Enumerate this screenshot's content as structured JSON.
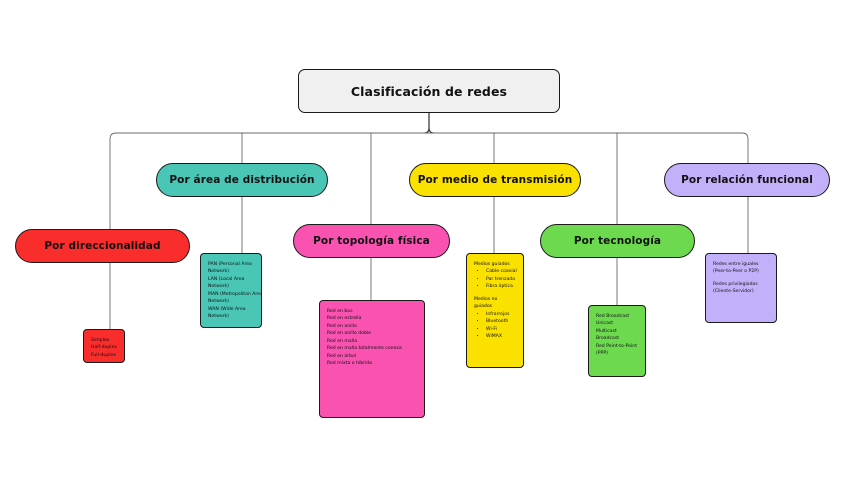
{
  "diagram": {
    "title": "Clasificación de redes",
    "root": {
      "label": "Clasificación de redes",
      "color": "#f0f0f0"
    },
    "branches": [
      {
        "id": "direccionalidad",
        "label": "Por direccionalidad",
        "color": "#fa2d2d",
        "detail_color": "#fa2d2d",
        "items": [
          "Simplex",
          "Half-duplex",
          "Full-duplex"
        ]
      },
      {
        "id": "area-distribucion",
        "label": "Por área de distribución",
        "color": "#4ac6b7",
        "detail_color": "#4ac6b7",
        "items": [
          "PAN (Personal Area",
          "Network)",
          "LAN (Local Area",
          "Network)",
          "MAN (Metropolitan Area",
          "Network)",
          "WAN (Wide Area",
          "Network)"
        ]
      },
      {
        "id": "topologia-fisica",
        "label": "Por topología física",
        "color": "#f952b0",
        "detail_color": "#f952b0",
        "items": [
          "Red en bus",
          "Red en estrella",
          "Red en anillo",
          "Red en anillo doble",
          "Red en malla",
          "Red en malla totalmente conexa",
          "Red en árbol",
          "Red mixta o híbrida"
        ]
      },
      {
        "id": "medio-transmision",
        "label": "Por medio de transmisión",
        "color": "#fae100",
        "detail_color": "#fae100",
        "groups": [
          {
            "heading": "Medios guiados",
            "items": [
              "Cable coaxial",
              "Par trenzado",
              "Fibra óptica"
            ]
          },
          {
            "heading": "Medios no",
            "heading2": "guiados",
            "items": [
              "Infrarrojos",
              "Bluetooth",
              "Wi-Fi",
              "WiMAX"
            ]
          }
        ]
      },
      {
        "id": "tecnologia",
        "label": "Por tecnología",
        "color": "#6cd churned",
        "detail_color": "#6cd94f",
        "items": [
          "Red Broadcast",
          "Unicast",
          "Multicast",
          "Broadcast",
          "Red Point-to-Point",
          "(PPP)"
        ]
      },
      {
        "id": "relacion-funcional",
        "label": "Por relación funcional",
        "color": "#c3b0fa",
        "detail_color": "#c3b0fa",
        "items": [
          "Redes entre iguales",
          "(Peer-to-Peer o P2P)",
          "",
          "Redes privilegiadas",
          "(Cliente-Servidor)"
        ]
      }
    ]
  }
}
